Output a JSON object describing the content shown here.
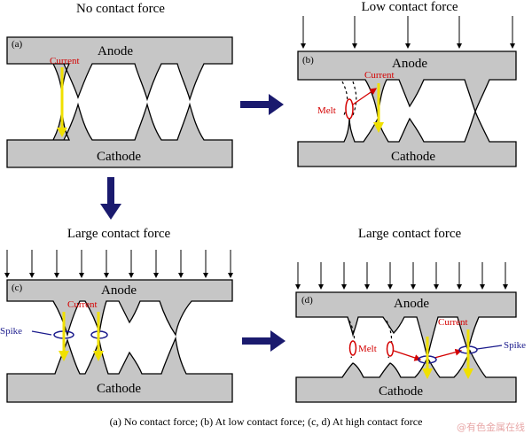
{
  "panels": {
    "a": {
      "tag": "(a)",
      "title": "No contact force",
      "anode": "Anode",
      "cathode": "Cathode",
      "current": "Current"
    },
    "b": {
      "tag": "(b)",
      "title": "Low contact force",
      "anode": "Anode",
      "cathode": "Cathode",
      "current": "Current",
      "melt": "Melt"
    },
    "c": {
      "tag": "(c)",
      "title": "Large contact force",
      "anode": "Anode",
      "cathode": "Cathode",
      "current": "Current",
      "spike": "Spike"
    },
    "d": {
      "tag": "(d)",
      "title": "Large contact force",
      "anode": "Anode",
      "cathode": "Cathode",
      "current": "Current",
      "melt": "Melt",
      "spike": "Spike"
    }
  },
  "caption": "(a)  No  contact  force;  (b)  At  low  contact force;  (c,  d)  At high contact force",
  "watermark": "@有色金属在线",
  "colors": {
    "metal": "#c6c6c6",
    "current_arrow": "#f0e000",
    "melt": "#d40000",
    "spike": "#1a1a8c",
    "flow_arrow": "#1a1a6e"
  },
  "icons": [
    "force-arrow",
    "flow-arrow",
    "current-arrow",
    "melt-ellipse",
    "spike-ellipse"
  ]
}
